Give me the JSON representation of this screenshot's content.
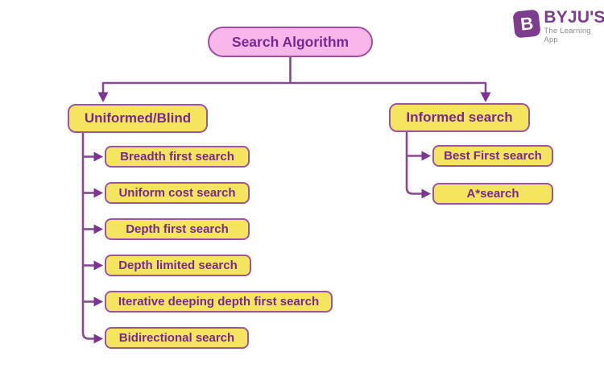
{
  "logo": {
    "icon_letter": "B",
    "brand": "BYJU'S",
    "tagline": "The Learning App",
    "brand_color": "#7D3C8E",
    "tagline_color": "#8C8C8C"
  },
  "diagram": {
    "root": {
      "label": "Search Algorithm"
    },
    "branches": [
      {
        "label": "Uniformed/Blind",
        "children": [
          "Breadth first search",
          "Uniform cost search",
          "Depth first search",
          "Depth limited search",
          "Iterative deeping depth first search",
          "Bidirectional search"
        ]
      },
      {
        "label": "Informed search",
        "children": [
          "Best First search",
          "A*search"
        ]
      }
    ]
  },
  "colors": {
    "root_fill": "#F9B6EA",
    "node_fill": "#F5E55E",
    "node_border": "#9C55A0",
    "node_text": "#76298E",
    "connector": "#8A4793",
    "background": "#FFFFFF"
  }
}
